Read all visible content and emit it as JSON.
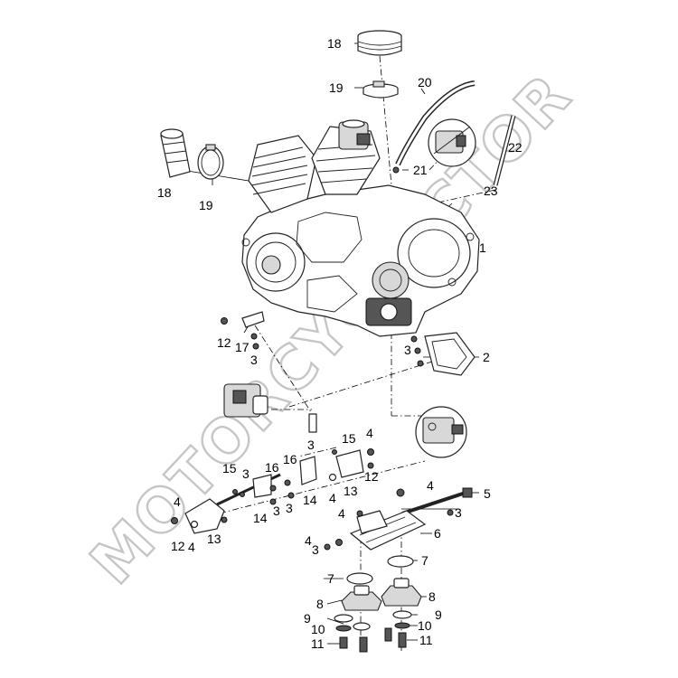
{
  "watermark": {
    "text": "MOTORCYCLOCTOR"
  },
  "callouts": [
    {
      "id": "c18a",
      "text": "18"
    },
    {
      "id": "c19a",
      "text": "19"
    },
    {
      "id": "c20",
      "text": "20"
    },
    {
      "id": "c18b",
      "text": "18"
    },
    {
      "id": "c19b",
      "text": "19"
    },
    {
      "id": "c21",
      "text": "21"
    },
    {
      "id": "c22",
      "text": "22"
    },
    {
      "id": "c23",
      "text": "23"
    },
    {
      "id": "c1",
      "text": "1"
    },
    {
      "id": "c12a",
      "text": "12"
    },
    {
      "id": "c17",
      "text": "17"
    },
    {
      "id": "c3a",
      "text": "3"
    },
    {
      "id": "c3b",
      "text": "3"
    },
    {
      "id": "c2",
      "text": "2"
    },
    {
      "id": "c4a",
      "text": "4"
    },
    {
      "id": "c15a",
      "text": "15"
    },
    {
      "id": "c3c",
      "text": "3"
    },
    {
      "id": "c16a",
      "text": "16"
    },
    {
      "id": "c12b",
      "text": "12"
    },
    {
      "id": "c15b",
      "text": "15"
    },
    {
      "id": "c3d",
      "text": "3"
    },
    {
      "id": "c16b",
      "text": "16"
    },
    {
      "id": "c14a",
      "text": "14"
    },
    {
      "id": "c4b",
      "text": "4"
    },
    {
      "id": "c13a",
      "text": "13"
    },
    {
      "id": "c4c",
      "text": "4"
    },
    {
      "id": "c5",
      "text": "5"
    },
    {
      "id": "c3e",
      "text": "3"
    },
    {
      "id": "c14b",
      "text": "14"
    },
    {
      "id": "c3f",
      "text": "3"
    },
    {
      "id": "c4d",
      "text": "4"
    },
    {
      "id": "c3g",
      "text": "3"
    },
    {
      "id": "c4e",
      "text": "4"
    },
    {
      "id": "c12c",
      "text": "12"
    },
    {
      "id": "c4f",
      "text": "4"
    },
    {
      "id": "c13b",
      "text": "13"
    },
    {
      "id": "c6",
      "text": "6"
    },
    {
      "id": "c4g",
      "text": "4"
    },
    {
      "id": "c3h",
      "text": "3"
    },
    {
      "id": "c7a",
      "text": "7"
    },
    {
      "id": "c7b",
      "text": "7"
    },
    {
      "id": "c8a",
      "text": "8"
    },
    {
      "id": "c8b",
      "text": "8"
    },
    {
      "id": "c9a",
      "text": "9"
    },
    {
      "id": "c9b",
      "text": "9"
    },
    {
      "id": "c10a",
      "text": "10"
    },
    {
      "id": "c10b",
      "text": "10"
    },
    {
      "id": "c11a",
      "text": "11"
    },
    {
      "id": "c11b",
      "text": "11"
    }
  ]
}
